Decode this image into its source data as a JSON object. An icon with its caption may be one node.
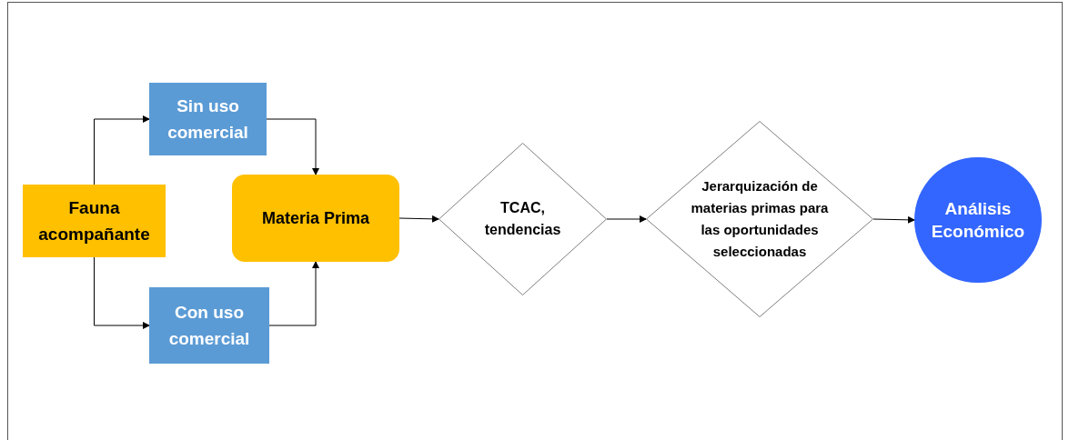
{
  "diagram": {
    "nodes": [
      {
        "text": [
          "Fauna acompañante"
        ]
      },
      {
        "text": [
          "Sin uso comercial"
        ]
      },
      {
        "text": [
          "Con uso comercial"
        ]
      },
      {
        "text": [
          "Materia Prima"
        ]
      },
      {
        "text": [
          "TCAC, tendencias"
        ]
      },
      {
        "text": [
          "Jerarquización de materias primas para las oportunidades seleccionadas"
        ]
      },
      {
        "text": [
          "Análisis Económico"
        ]
      }
    ],
    "edges": [
      {
        "from": 0,
        "to": 1,
        "arrow": "to"
      },
      {
        "from": 0,
        "to": 2,
        "arrow": "to"
      },
      {
        "from": 1,
        "to": 3,
        "arrow": "to"
      },
      {
        "from": 2,
        "to": 3,
        "arrow": "to"
      },
      {
        "from": 3,
        "to": 4,
        "arrow": "to"
      },
      {
        "from": 4,
        "to": 5,
        "arrow": "to"
      },
      {
        "from": 5,
        "to": 6,
        "arrow": "to"
      }
    ]
  }
}
